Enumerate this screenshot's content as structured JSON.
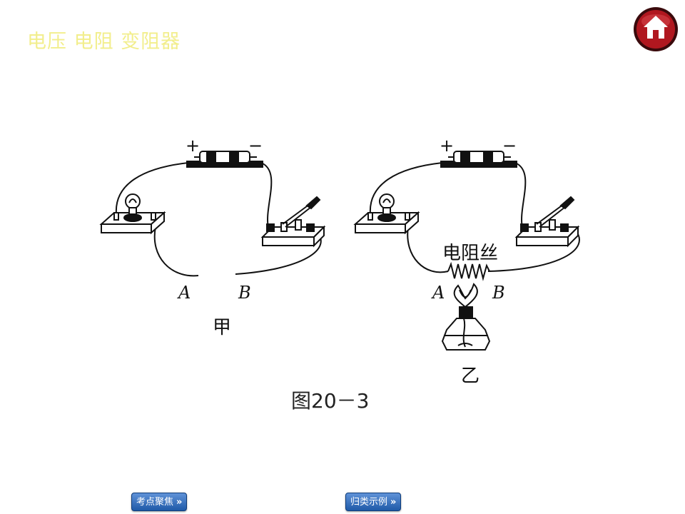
{
  "header": {
    "title": "电压 电阻 变阻器"
  },
  "home": {
    "icon": "home-icon",
    "accent": "#b0171f"
  },
  "figure": {
    "left_circuit": {
      "plus": "+",
      "minus": "−",
      "point_a": "A",
      "point_b": "B",
      "label": "甲"
    },
    "right_circuit": {
      "plus": "+",
      "minus": "−",
      "point_a": "A",
      "point_b": "B",
      "wire_label": "电阻丝",
      "label": "乙"
    },
    "caption": "图20－3"
  },
  "nav": {
    "exam_points": "考点聚焦",
    "examples": "归类示例",
    "chevron": "»"
  }
}
